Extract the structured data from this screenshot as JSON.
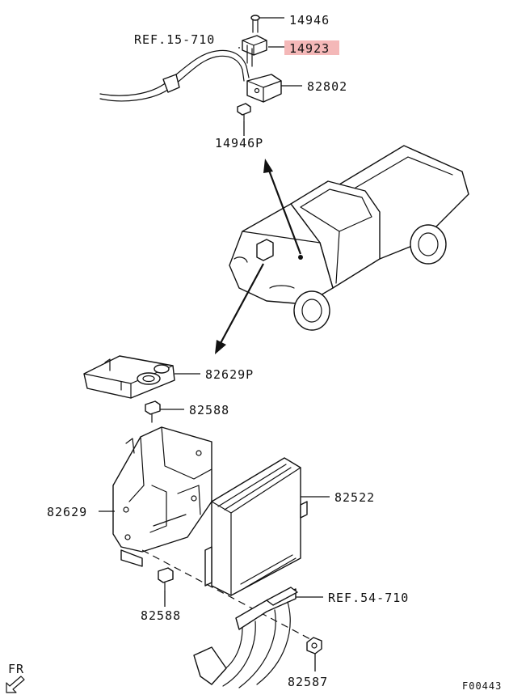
{
  "colors": {
    "line": "#111111",
    "background": "#ffffff",
    "highlight": "#f4b8b8"
  },
  "labels": {
    "p14946": "14946",
    "p14923": "14923",
    "ref15710": "REF.15-710",
    "p82802": "82802",
    "p14946p": "14946P",
    "p82629p": "82629P",
    "p82588_top": "82588",
    "p82629": "82629",
    "p82522": "82522",
    "ref54710": "REF.54-710",
    "p82588_bottom": "82588",
    "p82587": "82587",
    "fr": "FR",
    "figure_code": "F00443"
  },
  "highlighted_part": "14923"
}
